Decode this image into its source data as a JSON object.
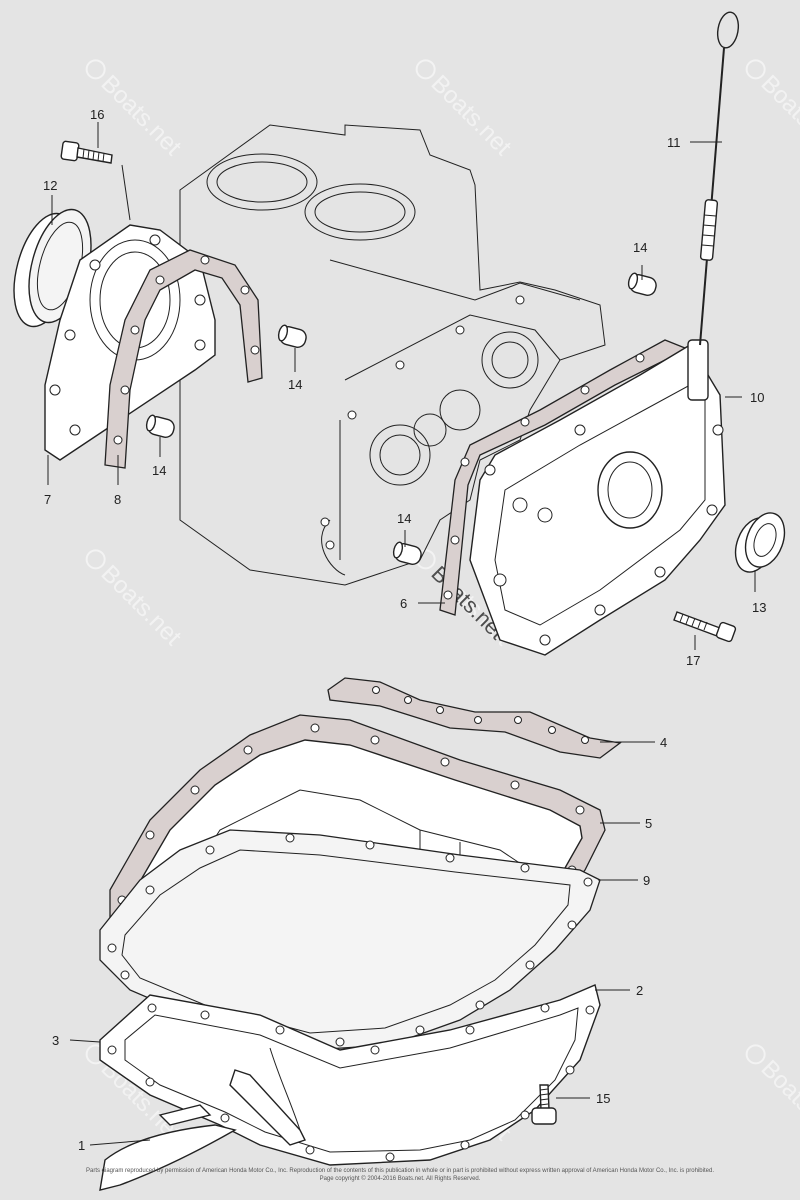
{
  "diagram": {
    "callouts": [
      {
        "id": "c1",
        "label": "1"
      },
      {
        "id": "c2",
        "label": "2"
      },
      {
        "id": "c3",
        "label": "3"
      },
      {
        "id": "c4",
        "label": "4"
      },
      {
        "id": "c5",
        "label": "5"
      },
      {
        "id": "c6",
        "label": "6"
      },
      {
        "id": "c7",
        "label": "7"
      },
      {
        "id": "c8",
        "label": "8"
      },
      {
        "id": "c9",
        "label": "9"
      },
      {
        "id": "c10",
        "label": "10"
      },
      {
        "id": "c11",
        "label": "11"
      },
      {
        "id": "c12",
        "label": "12"
      },
      {
        "id": "c13",
        "label": "13"
      },
      {
        "id": "c14a",
        "label": "14"
      },
      {
        "id": "c14b",
        "label": "14"
      },
      {
        "id": "c14c",
        "label": "14"
      },
      {
        "id": "c14d",
        "label": "14"
      },
      {
        "id": "c15",
        "label": "15"
      },
      {
        "id": "c16",
        "label": "16"
      },
      {
        "id": "c17",
        "label": "17"
      }
    ],
    "watermark": "Boats.net"
  },
  "footer": {
    "line1": "Parts diagram reproduced by permission of American Honda Motor Co., Inc. Reproduction of the contents of this publication in whole or in part is prohibited without express written approval of American Honda Motor Co., Inc. is prohibited.",
    "line2": "Page copyright © 2004-2016 Boats.net. All Rights Reserved."
  }
}
